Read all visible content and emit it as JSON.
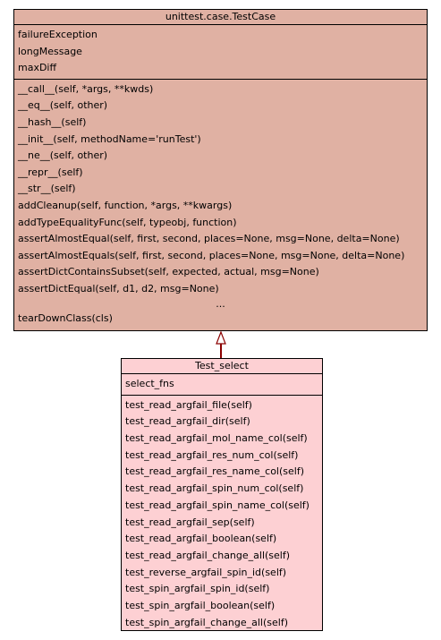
{
  "base_class": {
    "name": "unittest.case.TestCase",
    "attributes": [
      "failureException",
      "longMessage",
      "maxDiff"
    ],
    "methods": [
      "__call__(self, *args, **kwds)",
      "__eq__(self, other)",
      "__hash__(self)",
      "__init__(self, methodName='runTest')",
      "__ne__(self, other)",
      "__repr__(self)",
      "__str__(self)",
      "addCleanup(self, function, *args, **kwargs)",
      "addTypeEqualityFunc(self, typeobj, function)",
      "assertAlmostEqual(self, first, second, places=None, msg=None, delta=None)",
      "assertAlmostEquals(self, first, second, places=None, msg=None, delta=None)",
      "assertDictContainsSubset(self, expected, actual, msg=None)",
      "assertDictEqual(self, d1, d2, msg=None)"
    ],
    "ellipsis": "...",
    "last_method": "tearDownClass(cls)"
  },
  "derived_class": {
    "name": "Test_select",
    "attributes": [
      "select_fns"
    ],
    "methods": [
      "test_read_argfail_file(self)",
      "test_read_argfail_dir(self)",
      "test_read_argfail_mol_name_col(self)",
      "test_read_argfail_res_num_col(self)",
      "test_read_argfail_res_name_col(self)",
      "test_read_argfail_spin_num_col(self)",
      "test_read_argfail_spin_name_col(self)",
      "test_read_argfail_sep(self)",
      "test_read_argfail_boolean(self)",
      "test_read_argfail_change_all(self)",
      "test_reverse_argfail_spin_id(self)",
      "test_spin_argfail_spin_id(self)",
      "test_spin_argfail_boolean(self)",
      "test_spin_argfail_change_all(self)"
    ]
  },
  "colors": {
    "base_fill": "#e0b1a3",
    "derived_fill": "#fdd0d3",
    "arrow_stroke": "#8b0000"
  }
}
